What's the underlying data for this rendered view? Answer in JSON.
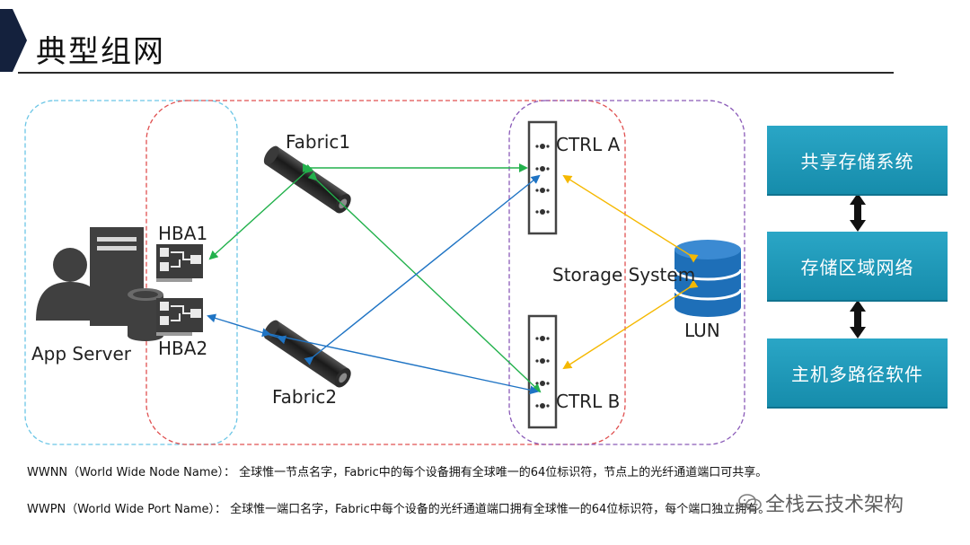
{
  "title": "典型组网",
  "labels": {
    "app_server": "App Server",
    "hba1": "HBA1",
    "hba2": "HBA2",
    "fabric1": "Fabric1",
    "fabric2": "Fabric2",
    "ctrl_a": "CTRL A",
    "ctrl_b": "CTRL B",
    "storage_system": "Storage System",
    "lun": "LUN"
  },
  "layers": [
    "共享存储系统",
    "存储区域网络",
    "主机多路径软件"
  ],
  "definitions": {
    "wwnn": "WWNN（World Wide Node Name）： 全球惟一节点名字，Fabric中的每个设备拥有全球唯一的64位标识符，节点上的光纤通道端口可共享。",
    "wwpn": "WWPN（World Wide Port Name）： 全球惟一端口名字，Fabric中每个设备的光纤通道端口拥有全球惟一的64位标识符，每个端口独立拥有。"
  },
  "watermark": "全栈云技术架构",
  "colors": {
    "title_accent": "#14213d",
    "box_fill": "#1f9dbd",
    "green_link": "#22b14c",
    "blue_link": "#1f74c4",
    "yellow_link": "#f5b800",
    "server_zone": "#6cc6e6",
    "fabric_zone": "#e05050",
    "storage_zone": "#8a5ab8",
    "lun_fill": "#1e6fb8"
  }
}
